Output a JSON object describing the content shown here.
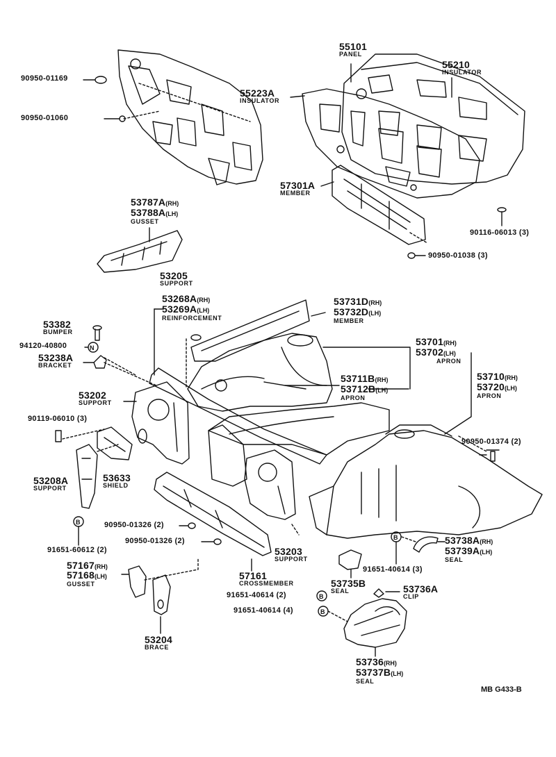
{
  "diagram_code": "MB  G433-B",
  "callouts": [
    {
      "id": "p90950_01169",
      "part": "90950-01169"
    },
    {
      "id": "p90950_01060",
      "part": "90950-01060"
    },
    {
      "id": "p55101",
      "part": "55101",
      "desc": "PANEL"
    },
    {
      "id": "p55210",
      "part": "55210",
      "desc": "INSULATOR"
    },
    {
      "id": "p55223A",
      "part": "55223A",
      "desc": "INSULATOR"
    },
    {
      "id": "p57301A",
      "part": "57301A",
      "desc": "MEMBER"
    },
    {
      "id": "p90116",
      "part": "90116-06013 (3)"
    },
    {
      "id": "p90950_01038",
      "part": "90950-01038 (3)"
    },
    {
      "id": "p53787A",
      "part": "53787A",
      "side": "(RH)"
    },
    {
      "id": "p53788A",
      "part": "53788A",
      "side": "(LH)",
      "desc": "GUSSET"
    },
    {
      "id": "p53205",
      "part": "53205",
      "desc": "SUPPORT"
    },
    {
      "id": "p53268A",
      "part": "53268A",
      "side": "(RH)"
    },
    {
      "id": "p53269A",
      "part": "53269A",
      "side": "(LH)",
      "desc": "REINFORCEMENT"
    },
    {
      "id": "p53731D",
      "part": "53731D",
      "side": "(RH)"
    },
    {
      "id": "p53732D",
      "part": "53732D",
      "side": "(LH)",
      "desc": "MEMBER"
    },
    {
      "id": "p53382",
      "part": "53382",
      "desc": "BUMPER"
    },
    {
      "id": "p94120",
      "part": "94120-40800"
    },
    {
      "id": "p53238A",
      "part": "53238A",
      "desc": "BRACKET"
    },
    {
      "id": "p53701",
      "part": "53701",
      "side": "(RH)"
    },
    {
      "id": "p53702",
      "part": "53702",
      "side": "(LH)",
      "desc": "APRON"
    },
    {
      "id": "p53711B",
      "part": "53711B",
      "side": "(RH)"
    },
    {
      "id": "p53712B",
      "part": "53712B",
      "side": "(LH)",
      "desc": "APRON"
    },
    {
      "id": "p53710",
      "part": "53710",
      "side": "(RH)"
    },
    {
      "id": "p53720",
      "part": "53720",
      "side": "(LH)",
      "desc": "APRON"
    },
    {
      "id": "p53202",
      "part": "53202",
      "desc": "SUPPORT"
    },
    {
      "id": "p90119",
      "part": "90119-06010 (3)"
    },
    {
      "id": "p90950_01374",
      "part": "90950-01374 (2)"
    },
    {
      "id": "p53208A",
      "part": "53208A",
      "desc": "SUPPORT"
    },
    {
      "id": "p53633",
      "part": "53633",
      "desc": "SHIELD"
    },
    {
      "id": "p90950_01326a",
      "part": "90950-01326 (2)"
    },
    {
      "id": "p90950_01326b",
      "part": "90950-01326 (2)"
    },
    {
      "id": "p91651_60612",
      "part": "91651-60612 (2)"
    },
    {
      "id": "p53203",
      "part": "53203",
      "desc": "SUPPORT"
    },
    {
      "id": "p53738A",
      "part": "53738A",
      "side": "(RH)"
    },
    {
      "id": "p53739A",
      "part": "53739A",
      "side": "(LH)",
      "desc": "SEAL"
    },
    {
      "id": "p91651_40614_3",
      "part": "91651-40614 (3)"
    },
    {
      "id": "p57167",
      "part": "57167",
      "side": "(RH)"
    },
    {
      "id": "p57168",
      "part": "57168",
      "side": "(LH)",
      "desc": "GUSSET"
    },
    {
      "id": "p57161",
      "part": "57161",
      "desc": "CROSSMEMBER"
    },
    {
      "id": "p53735B",
      "part": "53735B",
      "desc": "SEAL"
    },
    {
      "id": "p53736A",
      "part": "53736A",
      "desc": "CLIP"
    },
    {
      "id": "p91651_40614_2",
      "part": "91651-40614 (2)"
    },
    {
      "id": "p91651_40614_4",
      "part": "91651-40614 (4)"
    },
    {
      "id": "p53204",
      "part": "53204",
      "desc": "BRACE"
    },
    {
      "id": "p53736",
      "part": "53736",
      "side": "(RH)"
    },
    {
      "id": "p53737B",
      "part": "53737B",
      "side": "(LH)",
      "desc": "SEAL"
    }
  ]
}
